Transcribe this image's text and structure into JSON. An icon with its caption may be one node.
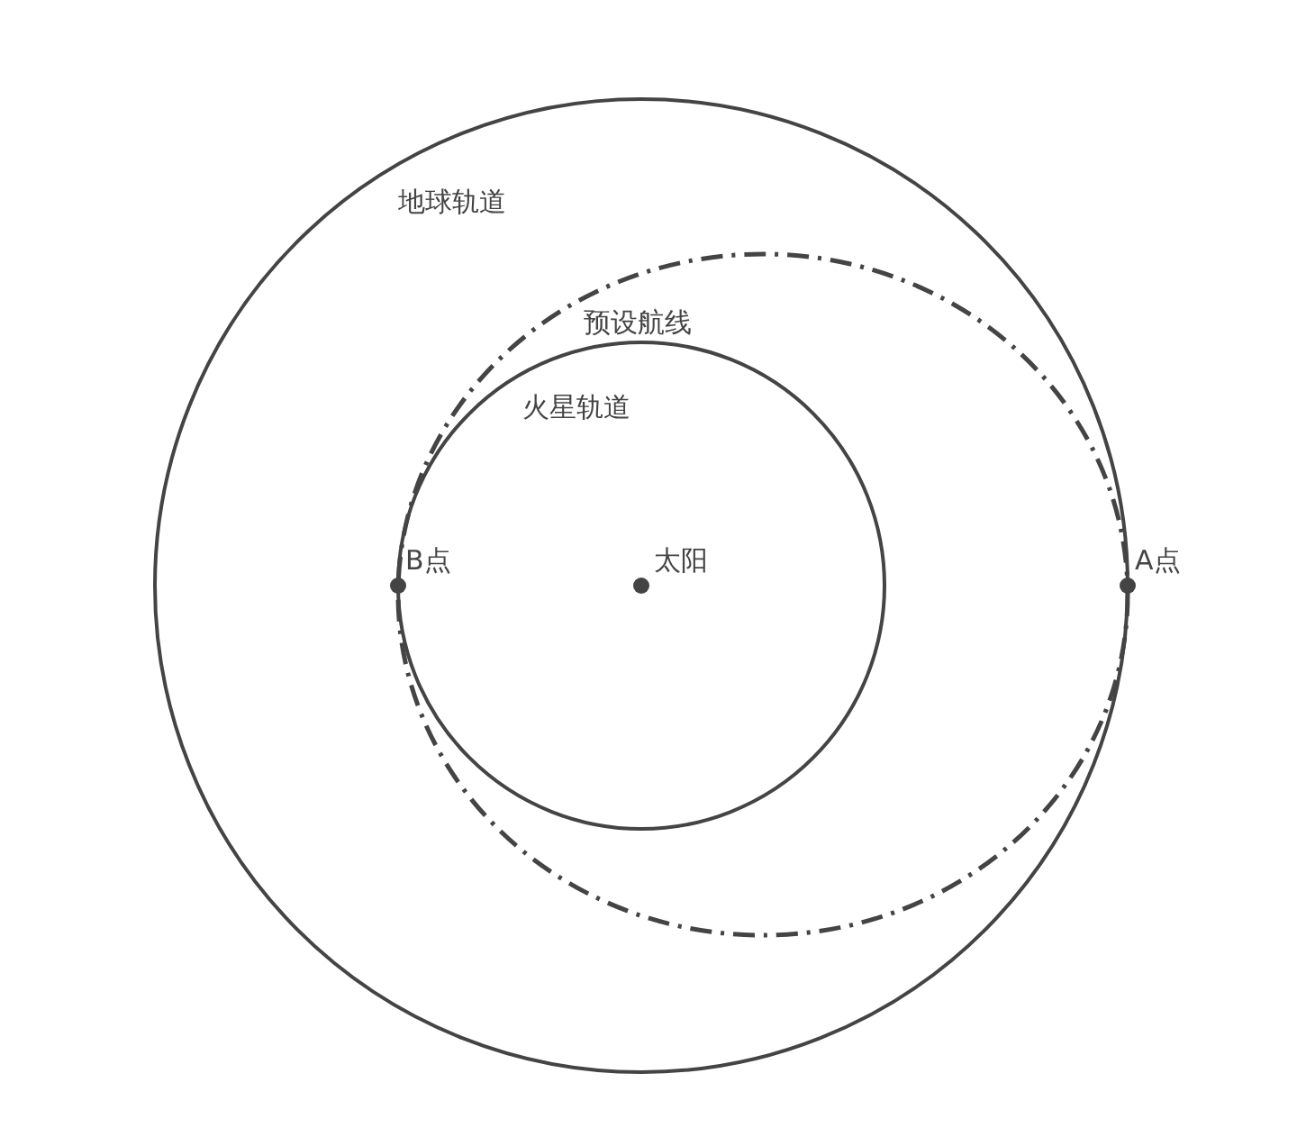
{
  "diagram": {
    "nodes": [
      {
        "text": [
          "地球轨道"
        ]
      },
      {
        "text": [
          "预设航线"
        ],
        "in": 0
      },
      {
        "text": [
          "火星轨道"
        ],
        "in": 1
      },
      {
        "text": [
          "太阳"
        ],
        "in": 2
      },
      {
        "text": [
          "B点"
        ],
        "in": 0
      },
      {
        "text": [
          "A点"
        ]
      }
    ]
  }
}
